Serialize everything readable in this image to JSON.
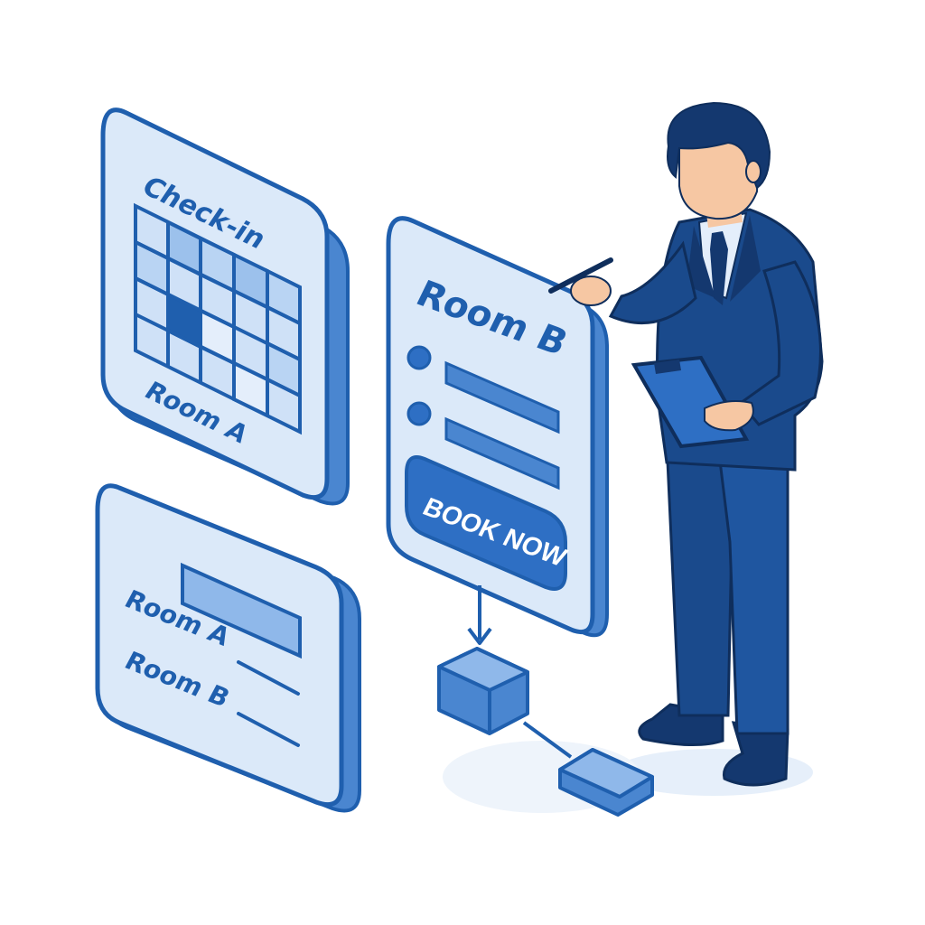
{
  "calendar_panel": {
    "title": "Check-in",
    "room_label": "Room A"
  },
  "booking_panel": {
    "title": "Room B",
    "book_button_label": "BOOK NOW"
  },
  "room_list_panel": {
    "rooms": [
      {
        "label": "Room A"
      },
      {
        "label": "Room B"
      }
    ]
  },
  "colors": {
    "outline": "#1f5fae",
    "panel_face": "#dbe9f9",
    "panel_side": "#4a86d0",
    "accent": "#2e6fc4",
    "suit": "#1a4a8c",
    "skin": "#f6c7a3"
  },
  "icons": [
    "calendar-grid-icon",
    "radio-dot-icon",
    "arrow-down-icon",
    "device-block-icon"
  ]
}
